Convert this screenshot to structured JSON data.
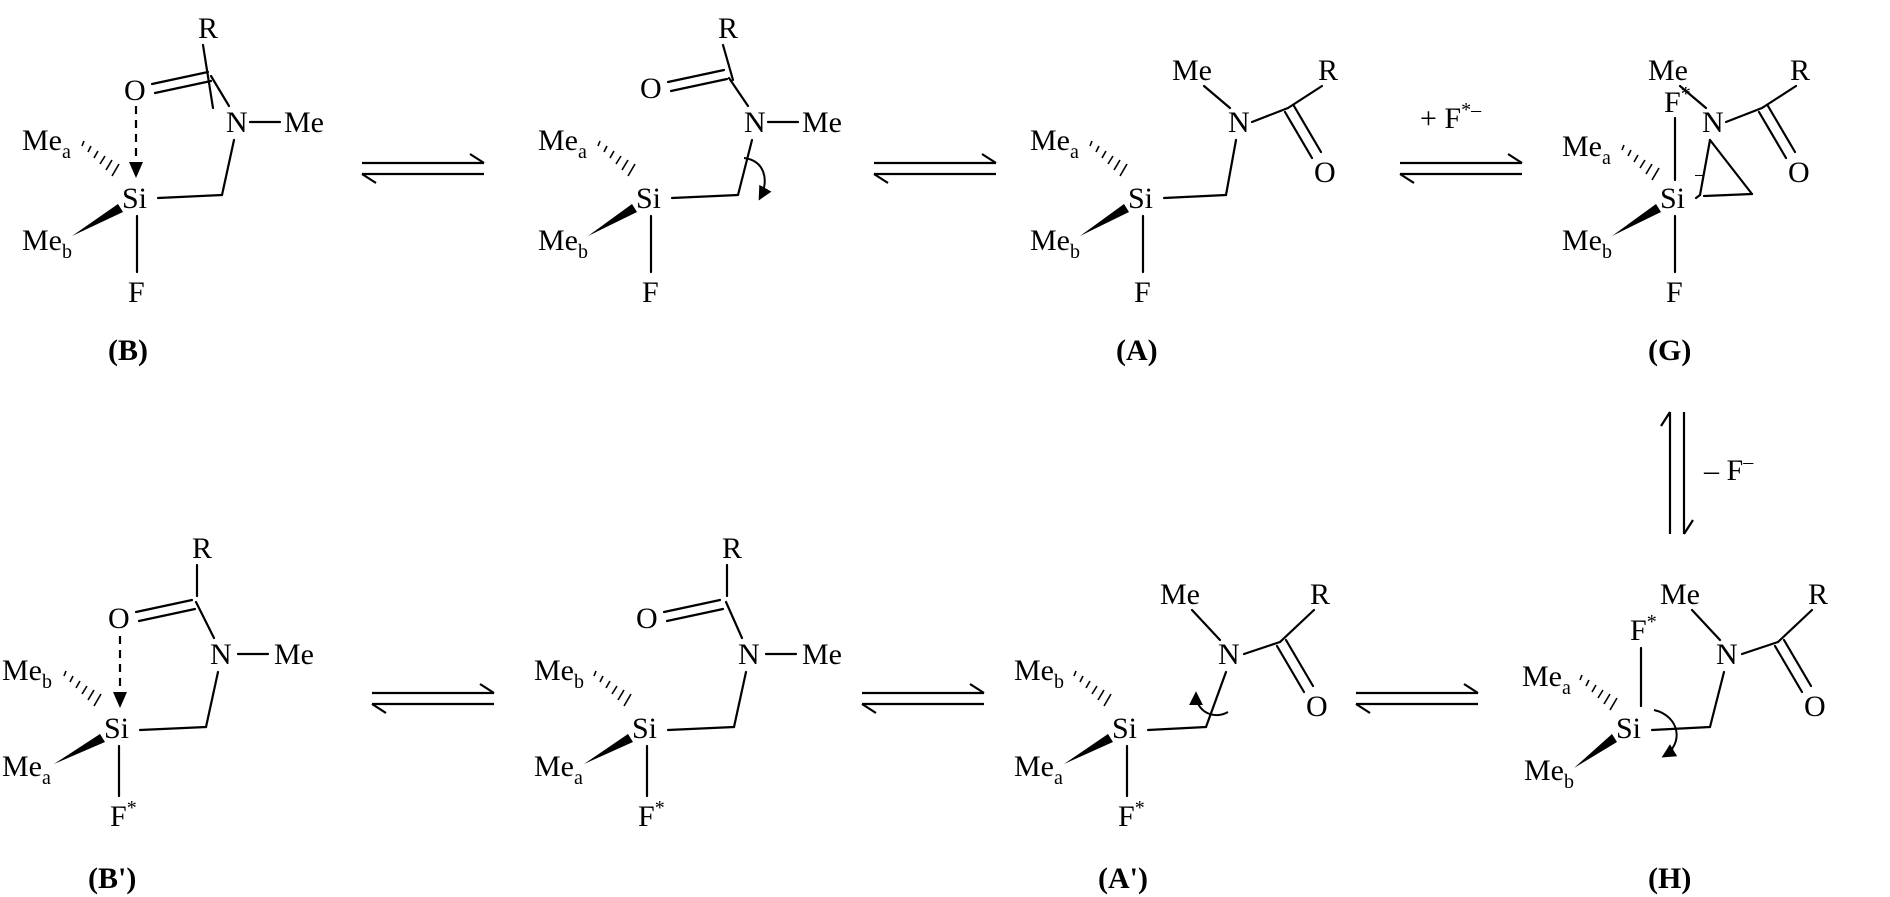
{
  "atoms": {
    "R": "R",
    "O": "O",
    "N": "N",
    "Me": "Me",
    "Si": "Si",
    "F": "F",
    "Me_a_base": "Me",
    "a": "a",
    "b": "b",
    "star": "*",
    "minus": "−",
    "prime": "'"
  },
  "labels": {
    "B": "B",
    "A": "A",
    "G": "G",
    "B_prime": "B'",
    "A_prime": "A'",
    "H": "H",
    "open": "(",
    "close": ")"
  },
  "arrow_labels": {
    "add_fluoride": "+ F",
    "add_fluoride_sup": "*–",
    "remove_fluoride": "– F",
    "remove_fluoride_sup": "–"
  }
}
